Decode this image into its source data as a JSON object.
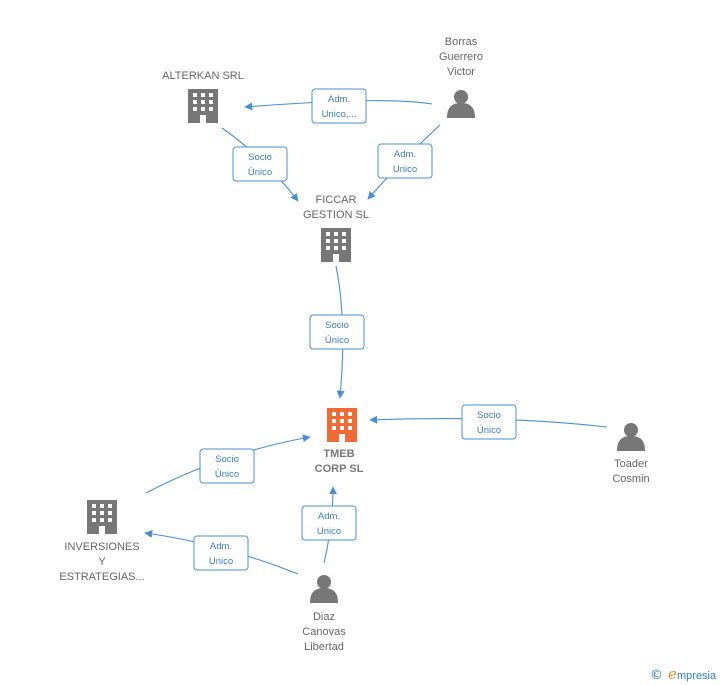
{
  "colors": {
    "edge": "#4a8fd6",
    "node": "#777777",
    "main_node": "#f26a35"
  },
  "nodes": [
    {
      "id": "alterkan",
      "kind": "company",
      "label_lines": [
        "ALTERKAN SRL"
      ]
    },
    {
      "id": "borras",
      "kind": "person",
      "label_lines": [
        "Borras",
        "Guerrero",
        "Victor"
      ]
    },
    {
      "id": "ficcar",
      "kind": "company",
      "label_lines": [
        "FICCAR",
        "GESTION SL"
      ]
    },
    {
      "id": "tmeb",
      "kind": "company-main",
      "label_lines": [
        "TMEB",
        "CORP SL"
      ]
    },
    {
      "id": "toader",
      "kind": "person",
      "label_lines": [
        "Toader",
        "Cosmin"
      ]
    },
    {
      "id": "inversiones",
      "kind": "company",
      "label_lines": [
        "INVERSIONES",
        "Y",
        "ESTRATEGIAS..."
      ]
    },
    {
      "id": "diaz",
      "kind": "person",
      "label_lines": [
        "Diaz",
        "Canovas",
        "Libertad"
      ]
    }
  ],
  "edges": [
    {
      "id": "borras-alterkan",
      "label_lines": [
        "Adm.",
        "Unico,..."
      ]
    },
    {
      "id": "alterkan-ficcar",
      "label_lines": [
        "Socio",
        "Único"
      ]
    },
    {
      "id": "borras-ficcar",
      "label_lines": [
        "Adm.",
        "Unico"
      ]
    },
    {
      "id": "ficcar-tmeb",
      "label_lines": [
        "Socio",
        "Único"
      ]
    },
    {
      "id": "toader-tmeb",
      "label_lines": [
        "Socio",
        "Único"
      ]
    },
    {
      "id": "inversiones-tmeb",
      "label_lines": [
        "Socio",
        "Único"
      ]
    },
    {
      "id": "diaz-tmeb",
      "label_lines": [
        "Adm.",
        "Unico"
      ]
    },
    {
      "id": "diaz-inversiones",
      "label_lines": [
        "Adm.",
        "Unico"
      ]
    }
  ],
  "footer": {
    "copyright": "©",
    "brand_initial": "e",
    "brand_rest": "mpresia"
  }
}
